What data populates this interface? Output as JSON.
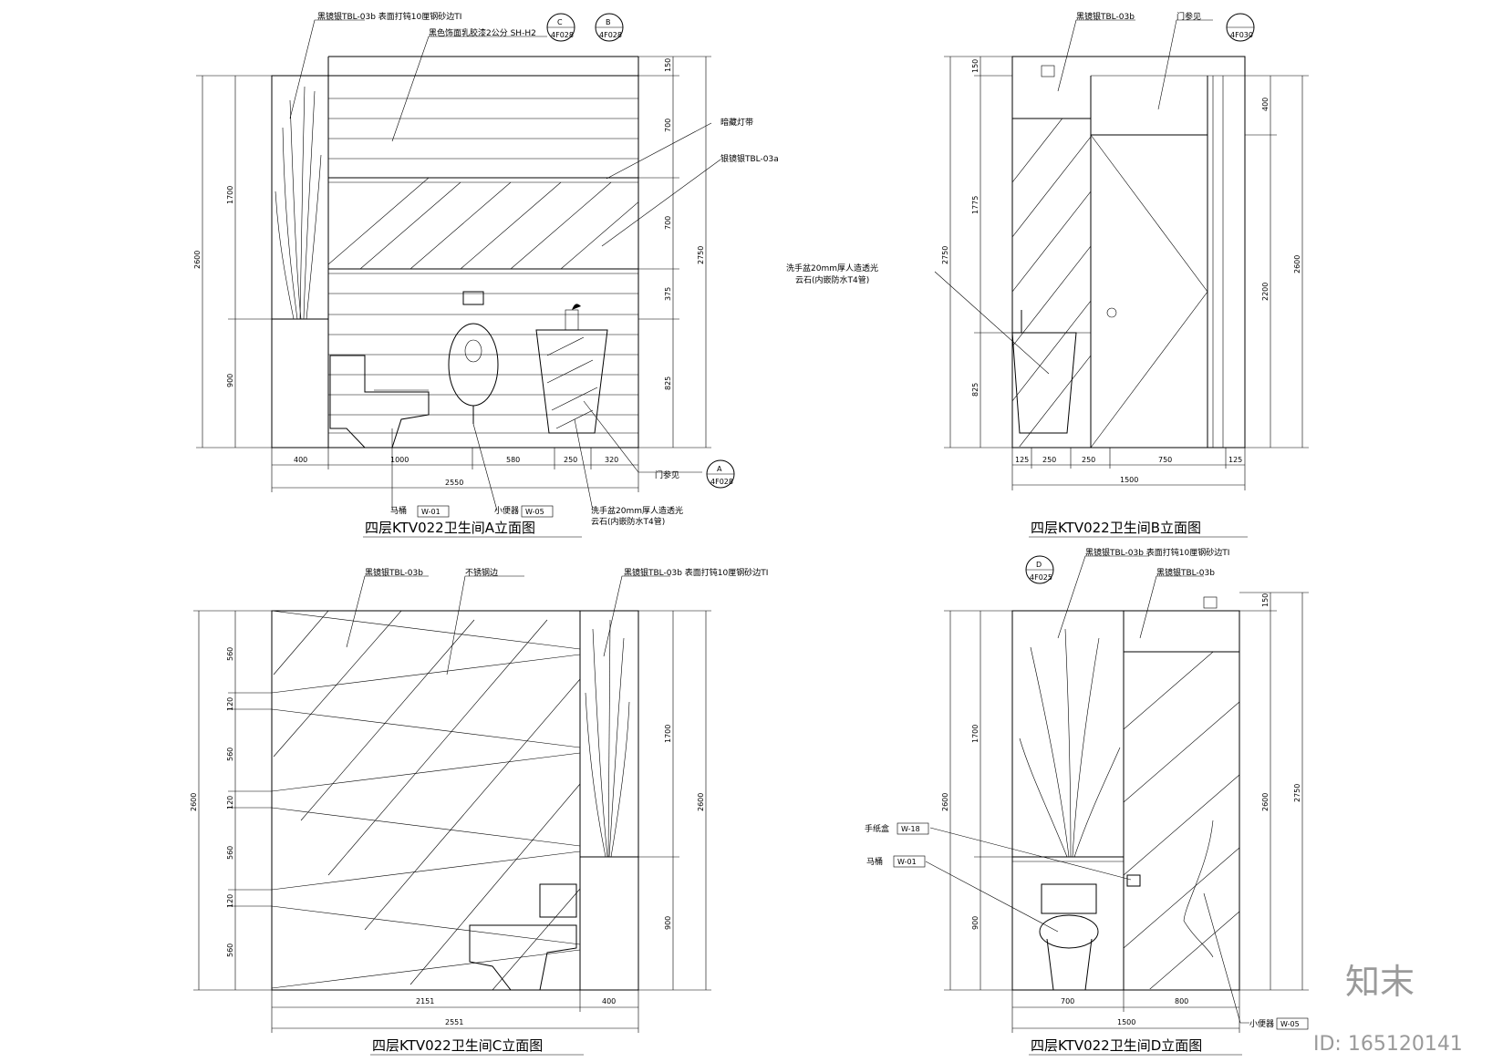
{
  "elev_a": {
    "title": "四层KTV022卫生间A立面图",
    "note_top1": "黑镜银TBL-03b 表面打钝10厘钢砂边TI",
    "note_top2": "黑色饰面乳胶漆2公分 SH-H2",
    "note_mirror1": "暗藏灯带",
    "note_mirror2": "银镜银TBL-03a",
    "tag_c": "C",
    "tag_c_ref": "4F028",
    "tag_b": "B",
    "tag_b_ref": "4F028",
    "tag_a": "A",
    "tag_a_ref": "4F028",
    "door_ref": "门参见",
    "dims_bottom": [
      "400",
      "1000",
      "580",
      "250",
      "320"
    ],
    "dim_total": "2550",
    "dims_left": [
      "1700",
      "900"
    ],
    "dim_left_total": "2600",
    "dims_right": [
      "150",
      "700",
      "700",
      "375",
      "825"
    ],
    "dim_right_total": "2750",
    "label_toilet": "马桶",
    "label_toilet_code": "W-01",
    "label_urinal": "小便器",
    "label_urinal_code": "W-05",
    "label_basin1": "洗手盆20mm厚人造透光",
    "label_basin2": "云石(内嵌防水T4管)"
  },
  "elev_b": {
    "title": "四层KTV022卫生间B立面图",
    "note_top": "黑镜银TBL-03b",
    "door_ref": "门参见",
    "tag_ref": "4F030",
    "basin1": "洗手盆20mm厚人造透光",
    "basin2": "云石(内嵌防水T4管)",
    "dims_left": [
      "150",
      "1775",
      "825"
    ],
    "dim_left_total": "2750",
    "dims_right": [
      "400",
      "2200"
    ],
    "dim_right_total": "2600",
    "dims_bottom": [
      "125",
      "250",
      "250",
      "750",
      "125"
    ],
    "dim_total": "1500"
  },
  "elev_c": {
    "title": "四层KTV022卫生间C立面图",
    "note_top1": "黑镜银TBL-03b",
    "note_top2": "不锈钢边",
    "note_top3": "黑镜银TBL-03b 表面打钝10厘钢砂边TI",
    "dims_left": [
      "560",
      "120",
      "560",
      "120",
      "560",
      "120",
      "560"
    ],
    "dim_left_total": "2600",
    "dims_right": [
      "1700",
      "900"
    ],
    "dim_right_total": "2600",
    "dims_bottom": [
      "2151",
      "400"
    ],
    "dim_total": "2551"
  },
  "elev_d": {
    "title": "四层KTV022卫生间D立面图",
    "tag_d": "D",
    "tag_d_ref": "4F025",
    "note_top1": "黑镜银TBL-03b 表面打钝10厘钢砂边TI",
    "note_top2": "黑镜银TBL-03b",
    "label_paper": "手纸盒",
    "label_paper_code": "W-18",
    "label_toilet": "马桶",
    "label_toilet_code": "W-01",
    "label_urinal": "小便器",
    "label_urinal_code": "W-05",
    "dims_left": [
      "1700",
      "900"
    ],
    "dim_left_total": "2600",
    "dims_right": [
      "150",
      "2600"
    ],
    "dim_right_total": "2750",
    "dims_bottom": [
      "700",
      "800"
    ],
    "dim_total": "1500"
  },
  "watermark": {
    "brand": "知末",
    "id": "ID: 165120141"
  }
}
